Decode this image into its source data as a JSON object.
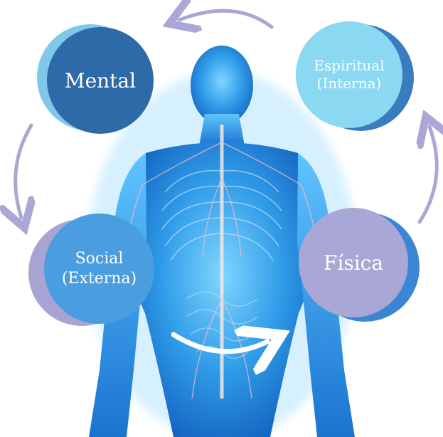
{
  "nodes": {
    "mental": {
      "label": "Mental",
      "color": "#2f6aa8",
      "shadow_color": "#7fc8ea"
    },
    "espiritual": {
      "label": "Espiritual\n(Interna)",
      "color": "#8ad8f2",
      "shadow_color": "#3a7cc0"
    },
    "social": {
      "label": "Social\n(Externa)",
      "color": "#4a9ee0",
      "shadow_color": "#a7a4d4"
    },
    "fisica": {
      "label": "Física",
      "color": "#a9a7d6",
      "shadow_color": "#3a86d4"
    }
  },
  "arrow_color": "#aaa7d4",
  "center_arrow_color": "#ffffff",
  "icons": [
    "human-body-illustration",
    "cycle-arrow-icon"
  ]
}
